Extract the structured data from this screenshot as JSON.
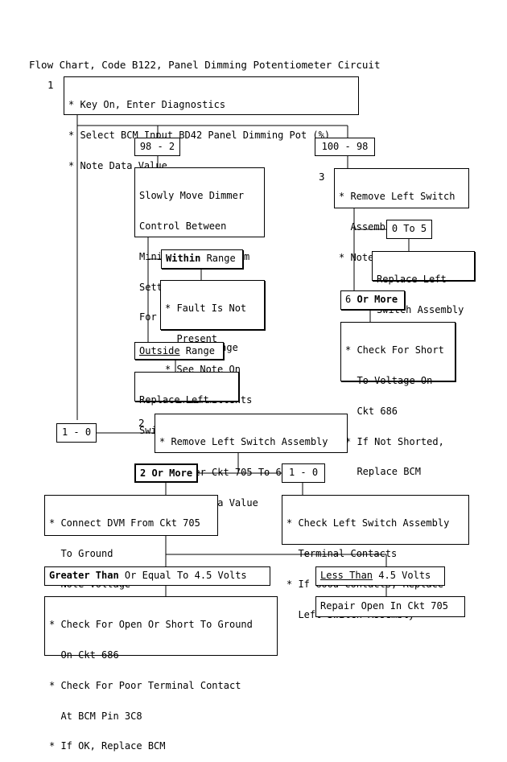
{
  "title": "Flow Chart, Code B122, Panel Dimming Potentiometer Circuit",
  "steps": {
    "step1_num": "1",
    "step1_lines": [
      "* Key On, Enter Diagnostics",
      "* Select BCM Input BD42 Panel Dimming Pot (%)",
      "* Note Data Value"
    ],
    "step2_num": "2",
    "step2_lines": [
      "* Remove Left Switch Assembly",
      "* Jumper Ckt 705 To 686",
      "* Note Data Value"
    ],
    "step3_num": "3",
    "step3_lines": [
      "* Remove Left Switch",
      "  Assembly",
      "* Note Data Value"
    ]
  },
  "results": {
    "r_98_2": "98 - 2",
    "r_100_98": "100 - 98",
    "r_1_0_left": "1 - 0",
    "r_0_to_5": "0 To 5",
    "r_6_bold": "6",
    "r_or_more_6": "Or More",
    "within_bold": "Within",
    "within_rest": " Range",
    "outside_under": "Outside",
    "outside_rest": " Range",
    "two_bold": "2",
    "two_or_more": "Or More",
    "r_1_0_right": "1 - 0",
    "greater_bold": "Greater Than",
    "greater_rest": " Or Equal To 4.5 Volts",
    "less_under": "Less Than",
    "less_rest": " 4.5 Volts"
  },
  "actions": {
    "slowly_move": [
      "Slowly Move Dimmer",
      "Control Between",
      "Minimum And Maximum",
      "Settings And Look",
      "For Value Outside",
      "Normal 2-98 Range"
    ],
    "fault_not_present": [
      "* Fault Is Not",
      "  Present",
      "* See Note On",
      "  Intermittents"
    ],
    "replace_left_1": [
      "Replace Left",
      "Switch Assembly"
    ],
    "replace_left_2": [
      "Replace Left",
      "Switch Assembly"
    ],
    "check_short": [
      "* Check For Short",
      "  To Voltage On",
      "  Ckt 686",
      "* If Not Shorted,",
      "  Replace BCM"
    ],
    "connect_dvm": [
      "* Connect DVM From Ckt 705",
      "  To Ground",
      "* Note Voltage"
    ],
    "check_terminal": [
      "* Check Left Switch Assembly",
      "  Terminal Contacts",
      "* If Good Contacts, Replace",
      "  Left Switch Assembly"
    ],
    "check_open": [
      "* Check For Open Or Short To Ground",
      "  On Ckt 686",
      "* Check For Poor Terminal Contact",
      "  At BCM Pin 3C8",
      "* If OK, Replace BCM"
    ],
    "repair_open": "Repair Open In Ckt 705"
  }
}
